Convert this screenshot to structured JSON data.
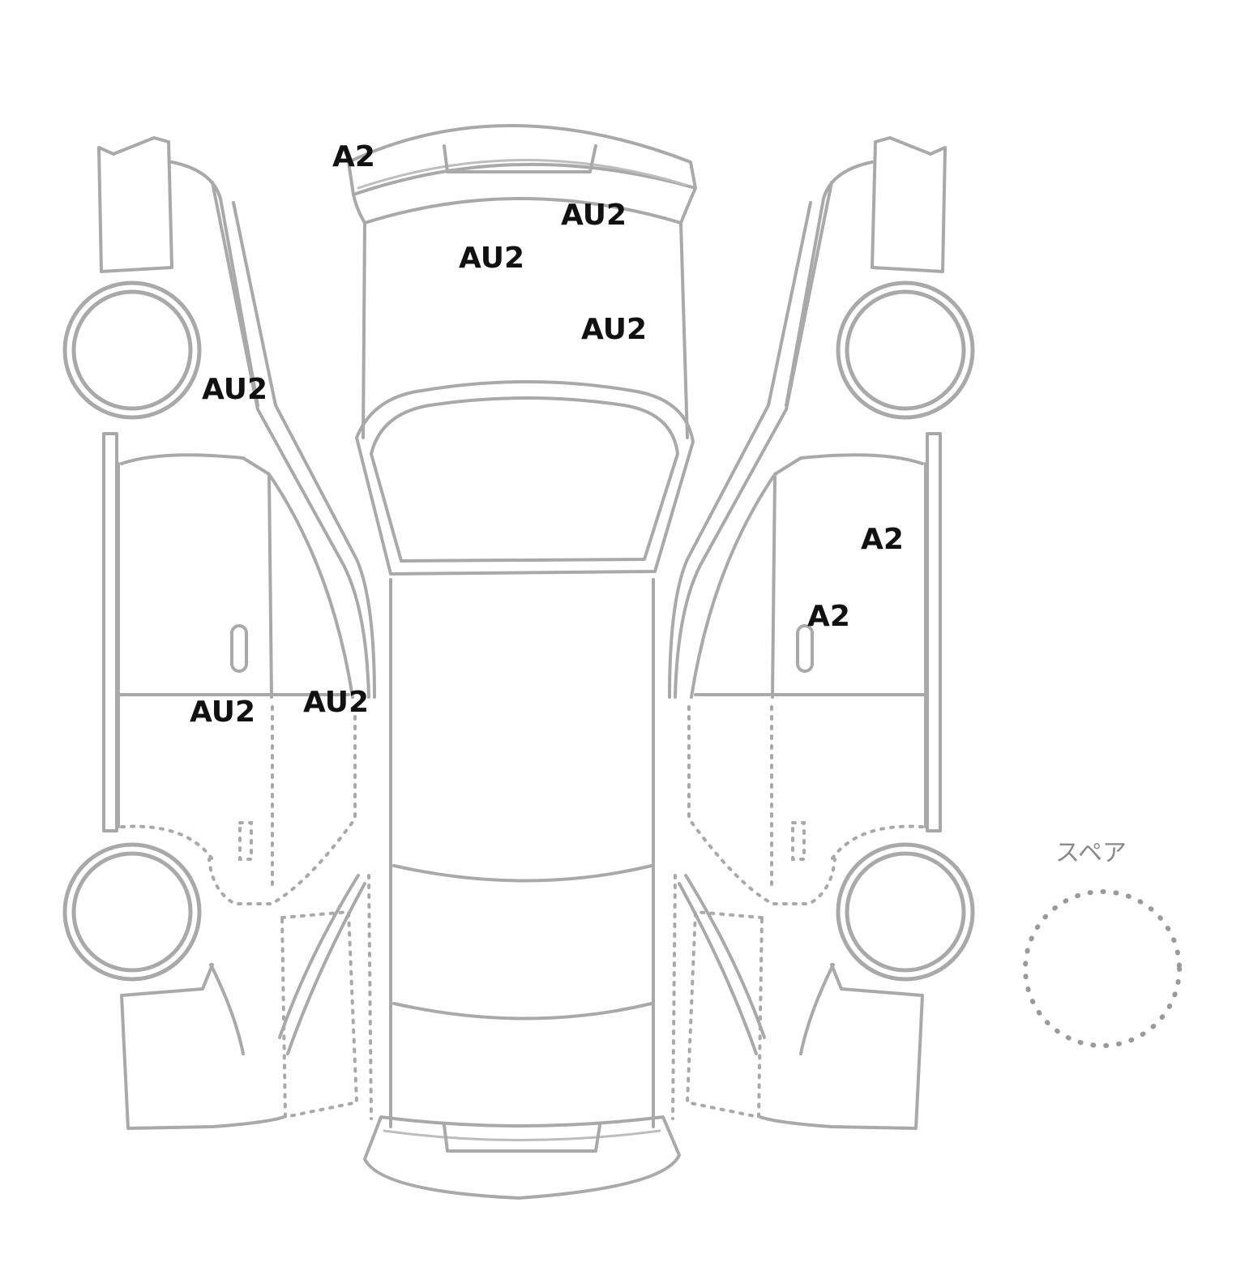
{
  "diagram": {
    "spare_label": "スペア",
    "damage_marks": [
      {
        "id": "roof-left-top",
        "code": "A2"
      },
      {
        "id": "hood-right",
        "code": "AU2"
      },
      {
        "id": "hood-center",
        "code": "AU2"
      },
      {
        "id": "hood-lower",
        "code": "AU2"
      },
      {
        "id": "left-front-fender",
        "code": "AU2"
      },
      {
        "id": "left-rocker-front",
        "code": "AU2"
      },
      {
        "id": "left-rocker-rear",
        "code": "AU2"
      },
      {
        "id": "right-front-door-upper",
        "code": "A2"
      },
      {
        "id": "right-front-door-handle",
        "code": "A2"
      }
    ]
  },
  "colors": {
    "line": "#a9a9a9",
    "text": "#111111",
    "background": "#ffffff"
  }
}
